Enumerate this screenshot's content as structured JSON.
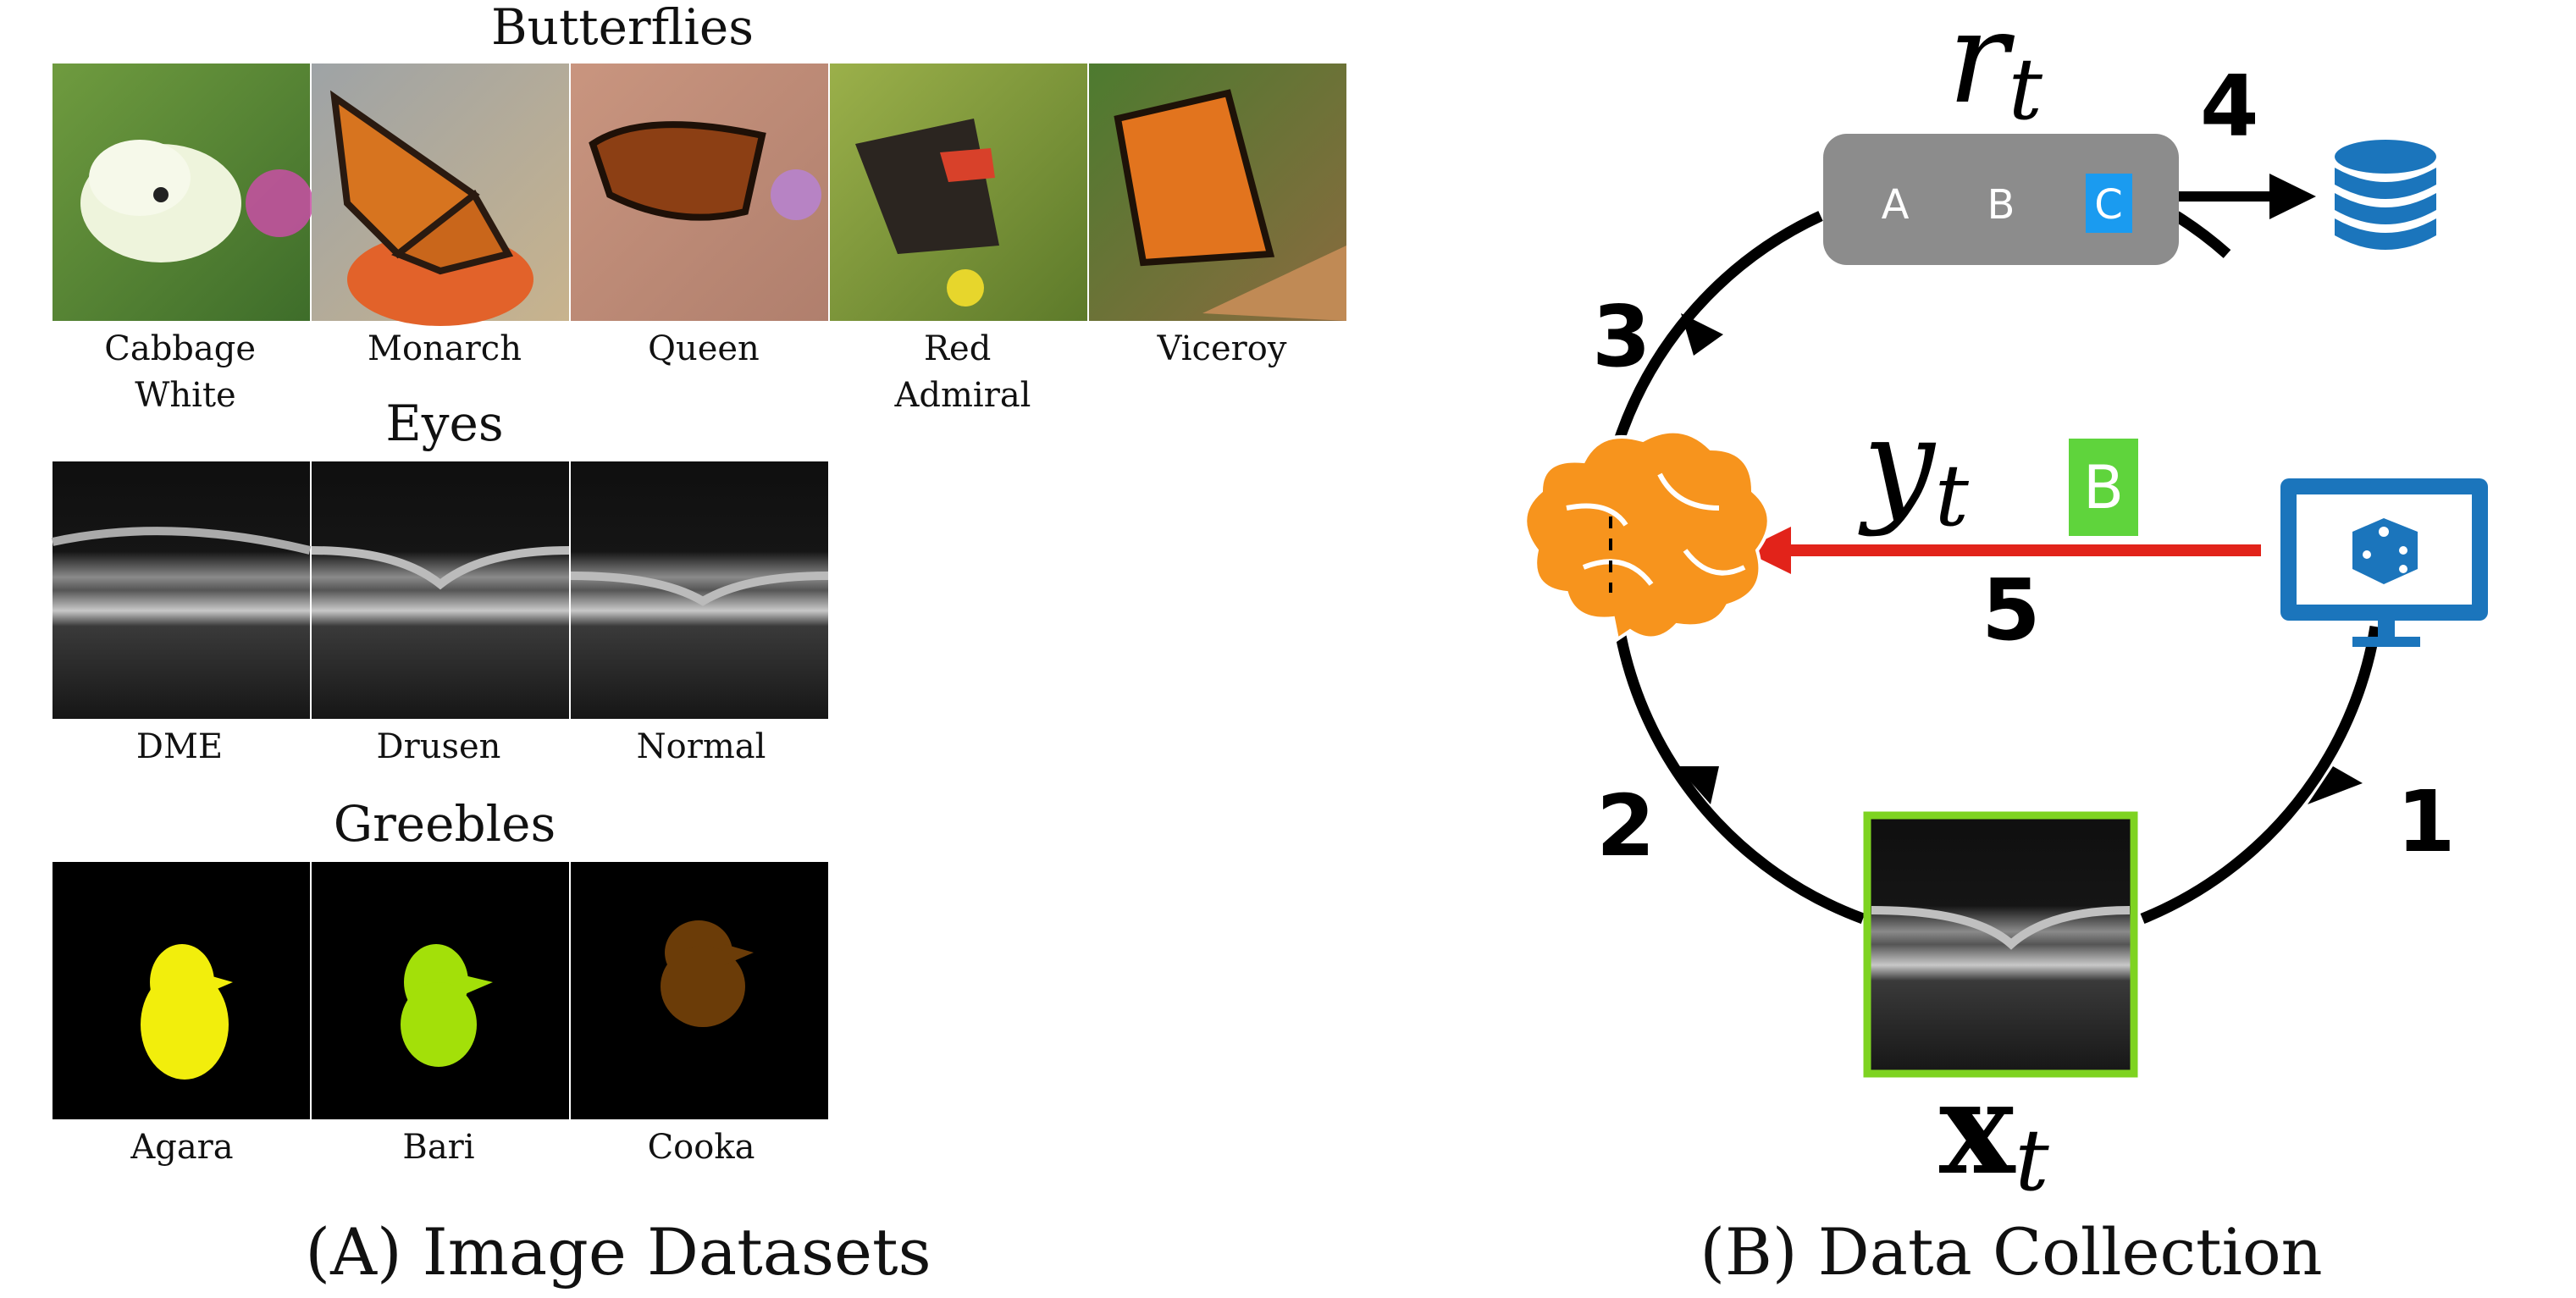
{
  "panel_a": {
    "caption": "(A) Image Datasets",
    "butterflies": {
      "title": "Butterflies",
      "labels": [
        [
          "Cabbage",
          "White"
        ],
        [
          "Monarch"
        ],
        [
          "Queen"
        ],
        [
          "Red",
          "Admiral"
        ],
        [
          "Viceroy"
        ]
      ]
    },
    "eyes": {
      "title": "Eyes",
      "labels": [
        "DME",
        "Drusen",
        "Normal"
      ]
    },
    "greebles": {
      "title": "Greebles",
      "labels": [
        "Agara",
        "Bari",
        "Cooka"
      ]
    }
  },
  "panel_b": {
    "caption": "(B) Data Collection",
    "response_symbol": "r",
    "response_sub": "t",
    "options": [
      "A",
      "B",
      "C"
    ],
    "label_symbol": "y",
    "label_sub": "t",
    "label_value": "B",
    "image_symbol": "x",
    "image_sub": "t",
    "steps": [
      "1",
      "2",
      "3",
      "4",
      "5"
    ]
  },
  "colors": {
    "selected_option": "#1a9bf0",
    "correct_label": "#5fd43c",
    "feedback_arrow": "#e2231a",
    "brain": "#f7941d",
    "computer": "#1b75bc",
    "database": "#1b75bc",
    "image_frame": "#7ed321",
    "response_box": "#8c8c8c"
  },
  "icons": [
    "brain-icon",
    "computer-dice-icon",
    "database-icon"
  ]
}
